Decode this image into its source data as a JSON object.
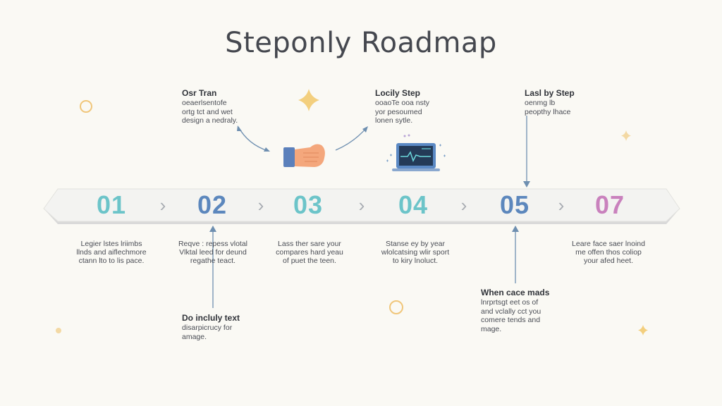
{
  "title": "Steponly Roadmap",
  "colors": {
    "teal": "#6cc4c9",
    "blue": "#5c87bd",
    "purple": "#c981bd",
    "gold": "#f0c67a",
    "arrow": "#6e8fb0"
  },
  "steps": [
    {
      "number": "01",
      "desc": [
        "Legier lstes lriimbs",
        "llnds and aiflechmore",
        "ctann lto to lis pace."
      ]
    },
    {
      "number": "02",
      "desc": [
        "Reqve : repess vlotal",
        "Vlktal leed for deund",
        "regathe teact."
      ]
    },
    {
      "number": "03",
      "desc": [
        "Lass ther sare your",
        "compares hard yeau",
        "of puet the teen."
      ]
    },
    {
      "number": "04",
      "desc": [
        "Stanse ey by year",
        "wlolcatsing wlir sport",
        "to kiry lnoluct."
      ]
    },
    {
      "number": "05",
      "desc": []
    },
    {
      "number": "07",
      "desc": [
        "Leare face saer lnoind",
        "me offen thos coliop",
        "your afed heet."
      ]
    }
  ],
  "callouts": {
    "our_tran": {
      "heading": "Osr Tran",
      "lines": [
        "oeaerlsentofe",
        "ortg tct and wet",
        "design a nedraly."
      ]
    },
    "locily_step": {
      "heading": "Locily Step",
      "lines": [
        "ooaoTe ooa nsty",
        "yor pesoumed",
        "lonen sytle."
      ]
    },
    "last_by_step": {
      "heading": "Lasl by Step",
      "lines": [
        "oenmg lb",
        "peopthy lhace"
      ]
    },
    "do_incluly": {
      "heading": "Do incluly text",
      "lines": [
        "disarpicrucy for",
        "amage."
      ]
    },
    "when_cace": {
      "heading": "When cace mads",
      "lines": [
        "lnrprtsgt eet os of",
        "and vclally cct you",
        "comere tends and",
        "mage."
      ]
    }
  },
  "icons": [
    "hand-icon",
    "monitor-icon",
    "sparkle-icon",
    "circle-icon"
  ]
}
